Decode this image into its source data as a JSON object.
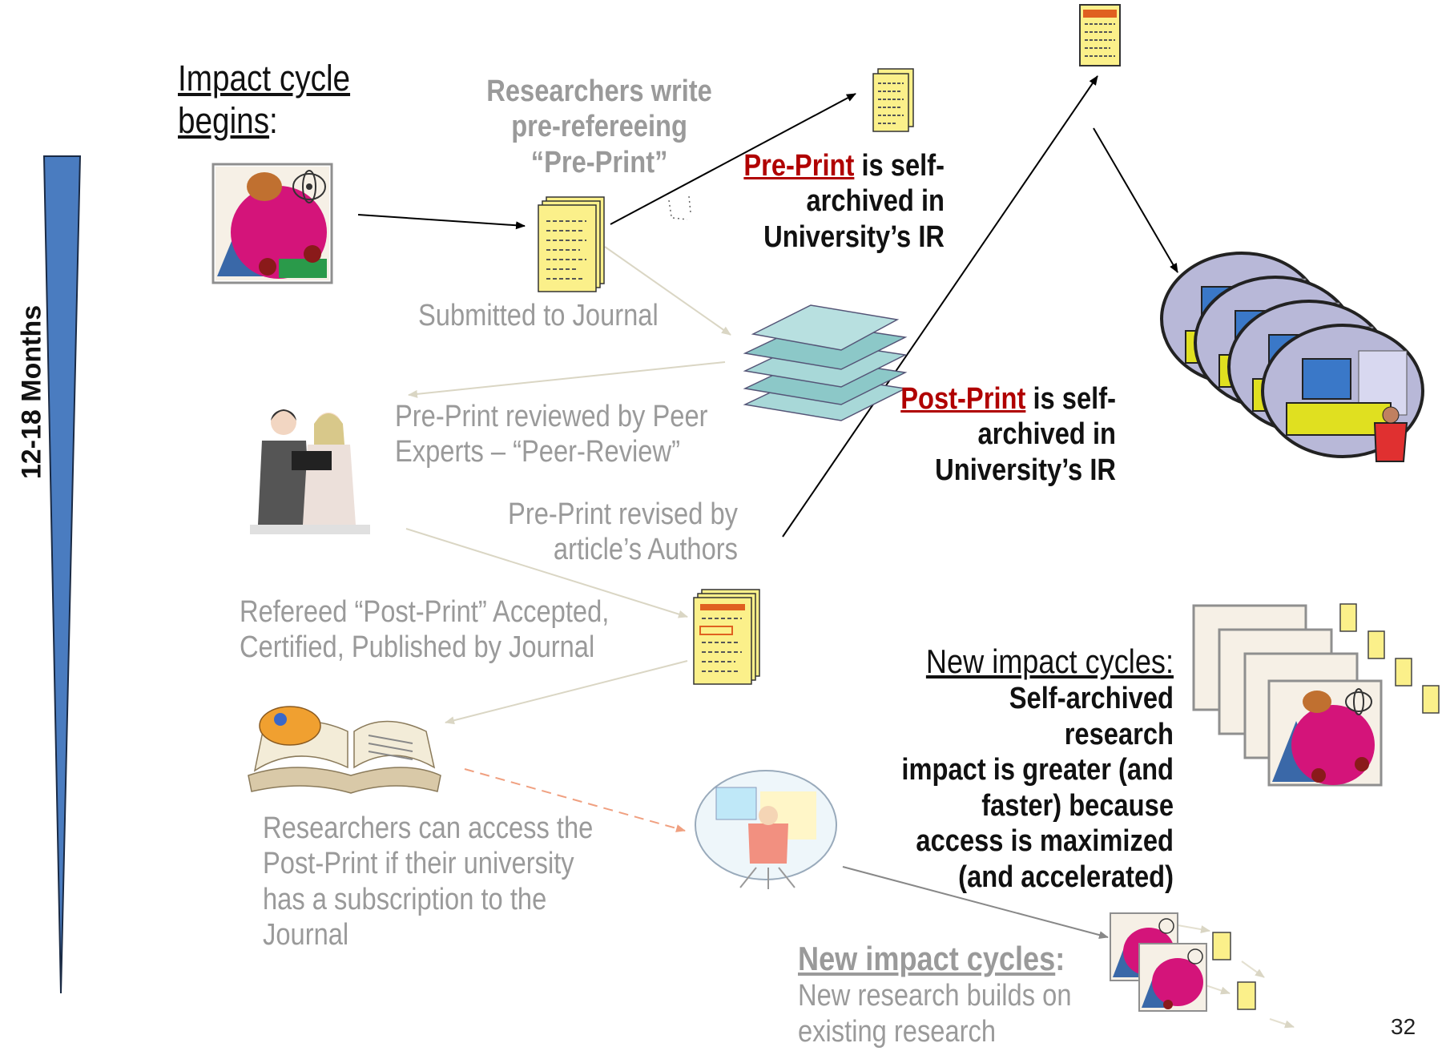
{
  "timeline": {
    "label": "12-18 Months",
    "color": "#4a7cc0"
  },
  "impact_cycle": {
    "title_lines": [
      "Impact cycle",
      "begins"
    ],
    "colon": ":"
  },
  "researchers_write": {
    "lines": [
      "Researchers write",
      "pre-refereeing",
      "“Pre-Print”"
    ]
  },
  "preprint_archived": {
    "link_text": "Pre-Print",
    "rest_lines": [
      "is self-",
      "archived in",
      "University’s IR"
    ]
  },
  "submitted": {
    "text": "Submitted to Journal"
  },
  "peer_review": {
    "lines": [
      "Pre-Print reviewed by Peer",
      "Experts – “Peer-Review”"
    ]
  },
  "revised": {
    "lines": [
      "Pre-Print revised by",
      "article’s Authors"
    ]
  },
  "postprint_archived": {
    "link_text": "Post-Print",
    "rest_lines": [
      "is self-",
      "archived in",
      "University’s IR"
    ]
  },
  "refereed": {
    "lines": [
      "Refereed “Post-Print” Accepted,",
      "Certified, Published by Journal"
    ]
  },
  "researchers_access": {
    "lines": [
      "Researchers can access the",
      "Post-Print if their university",
      "has a subscription to the",
      "Journal"
    ]
  },
  "new_cycles_main": {
    "title": "New impact cycles:",
    "lines": [
      "Self-archived",
      "research",
      "impact is greater (and",
      "faster) because",
      "access is maximized",
      "(and accelerated)"
    ]
  },
  "new_cycles_bottom": {
    "title": "New impact cycles",
    "colon": ":",
    "lines": [
      "New research builds on",
      "existing research"
    ]
  },
  "page_number": "32",
  "colors": {
    "link_red": "#b00000",
    "faded_text": "#9a9a9a",
    "doc_yellow": "#fbf08a",
    "journal_teal": "#8cc8c8",
    "scientist_magenta": "#d4147a"
  }
}
